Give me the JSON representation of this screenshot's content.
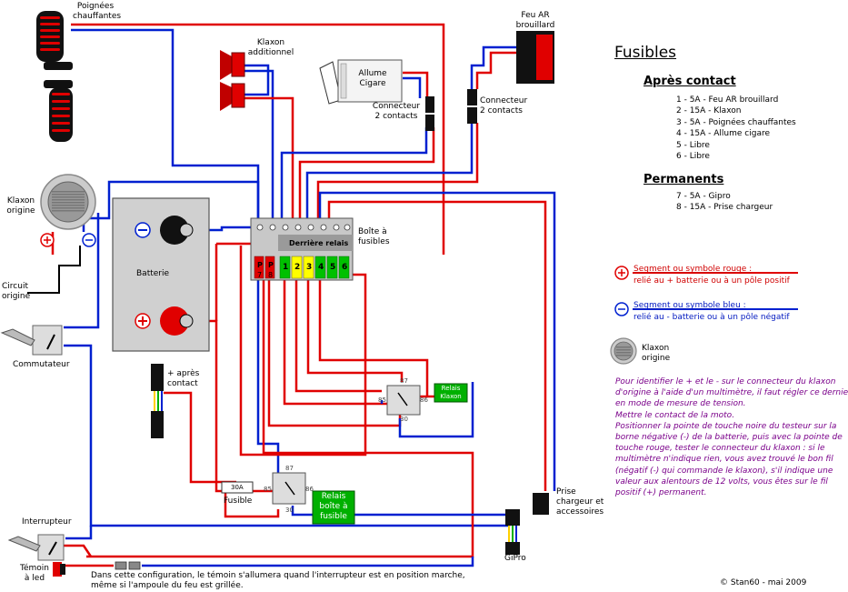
{
  "labels": {
    "poignees": [
      "Poignées",
      "chauffantes"
    ],
    "klaxon_add": [
      "Klaxon",
      "additionnel"
    ],
    "allume": [
      "Allume",
      "Cigare"
    ],
    "connecteur1": [
      "Connecteur",
      "2 contacts"
    ],
    "feu_ar": [
      "Feu AR",
      "brouillard"
    ],
    "connecteur2": [
      "Connecteur",
      "2 contacts"
    ],
    "klaxon_orig": [
      "Klaxon",
      "origine"
    ],
    "circuit": [
      "Circuit",
      "origine"
    ],
    "commutateur": "Commutateur",
    "batterie": "Batterie",
    "boite": [
      "Boîte à",
      "fusibles"
    ],
    "derriere": "Derrière relais",
    "apres_contact": [
      "+ après",
      "contact"
    ],
    "fusible": "Fusible",
    "fuse_rating": "30A",
    "relais_boite": [
      "Relais",
      "boîte à",
      "fusible"
    ],
    "relais_klaxon": [
      "Relais",
      "Klaxon"
    ],
    "prise": [
      "Prise",
      "chargeur et",
      "accessoires"
    ],
    "gipro": "GiPro",
    "interrupteur": "Interrupteur",
    "temoin": [
      "Témoin",
      "à led"
    ],
    "note": [
      "Dans cette configuration, le témoin s'allumera quand l'interrupteur est en position marche,",
      "même si l'ampoule du feu est grillée."
    ],
    "credit": "© Stan60 - mai 2009",
    "relay_pins": [
      "87",
      "85",
      "86",
      "30"
    ],
    "fuse_numbers": [
      "1",
      "2",
      "3",
      "4",
      "5",
      "6"
    ],
    "fuse_p": [
      "P",
      "P"
    ],
    "fuse_p_nums": [
      "7",
      "8"
    ]
  },
  "legend": {
    "title": "Fusibles",
    "apres_title": "Après contact",
    "apres_items": [
      "1 - 5A - Feu AR brouillard",
      "2 - 15A - Klaxon",
      "3 - 5A - Poignées chauffantes",
      "4 - 15A - Allume cigare",
      "5 - Libre",
      "6 - Libre"
    ],
    "perm_title": "Permanents",
    "perm_items": [
      "7 - 5A - Gipro",
      "8 - 15A - Prise chargeur"
    ],
    "red_title": "Segment ou symbole rouge :",
    "red_desc": "relié au + batterie ou à un pôle positif",
    "blue_title": "Segment ou symbole bleu :",
    "blue_desc": "relié au - batterie ou à un pôle négatif",
    "klaxon": [
      "Klaxon",
      "origine"
    ],
    "instructions": [
      "Pour identifier le + et le - sur le connecteur du klaxon",
      "d'origine à l'aide d'un multimètre, il faut régler ce dernier",
      "en mode de mesure de tension.",
      "Mettre le contact de la moto.",
      "Positionner la pointe de touche noire du testeur sur la",
      "borne négative (-) de la batterie, puis avec la pointe de",
      "touche rouge, tester le connecteur du klaxon : si le",
      "multimètre n'indique rien, vous avez trouvé le bon fil",
      "(négatif (-) qui commande le klaxon), s'il indique une",
      "valeur aux alentours de 12 volts, vous êtes sur le fil",
      "positif (+) permanent."
    ]
  },
  "colors": {
    "red": "#e00000",
    "blue": "#0020d0",
    "green": "#00b000",
    "purple": "#7a008a"
  }
}
